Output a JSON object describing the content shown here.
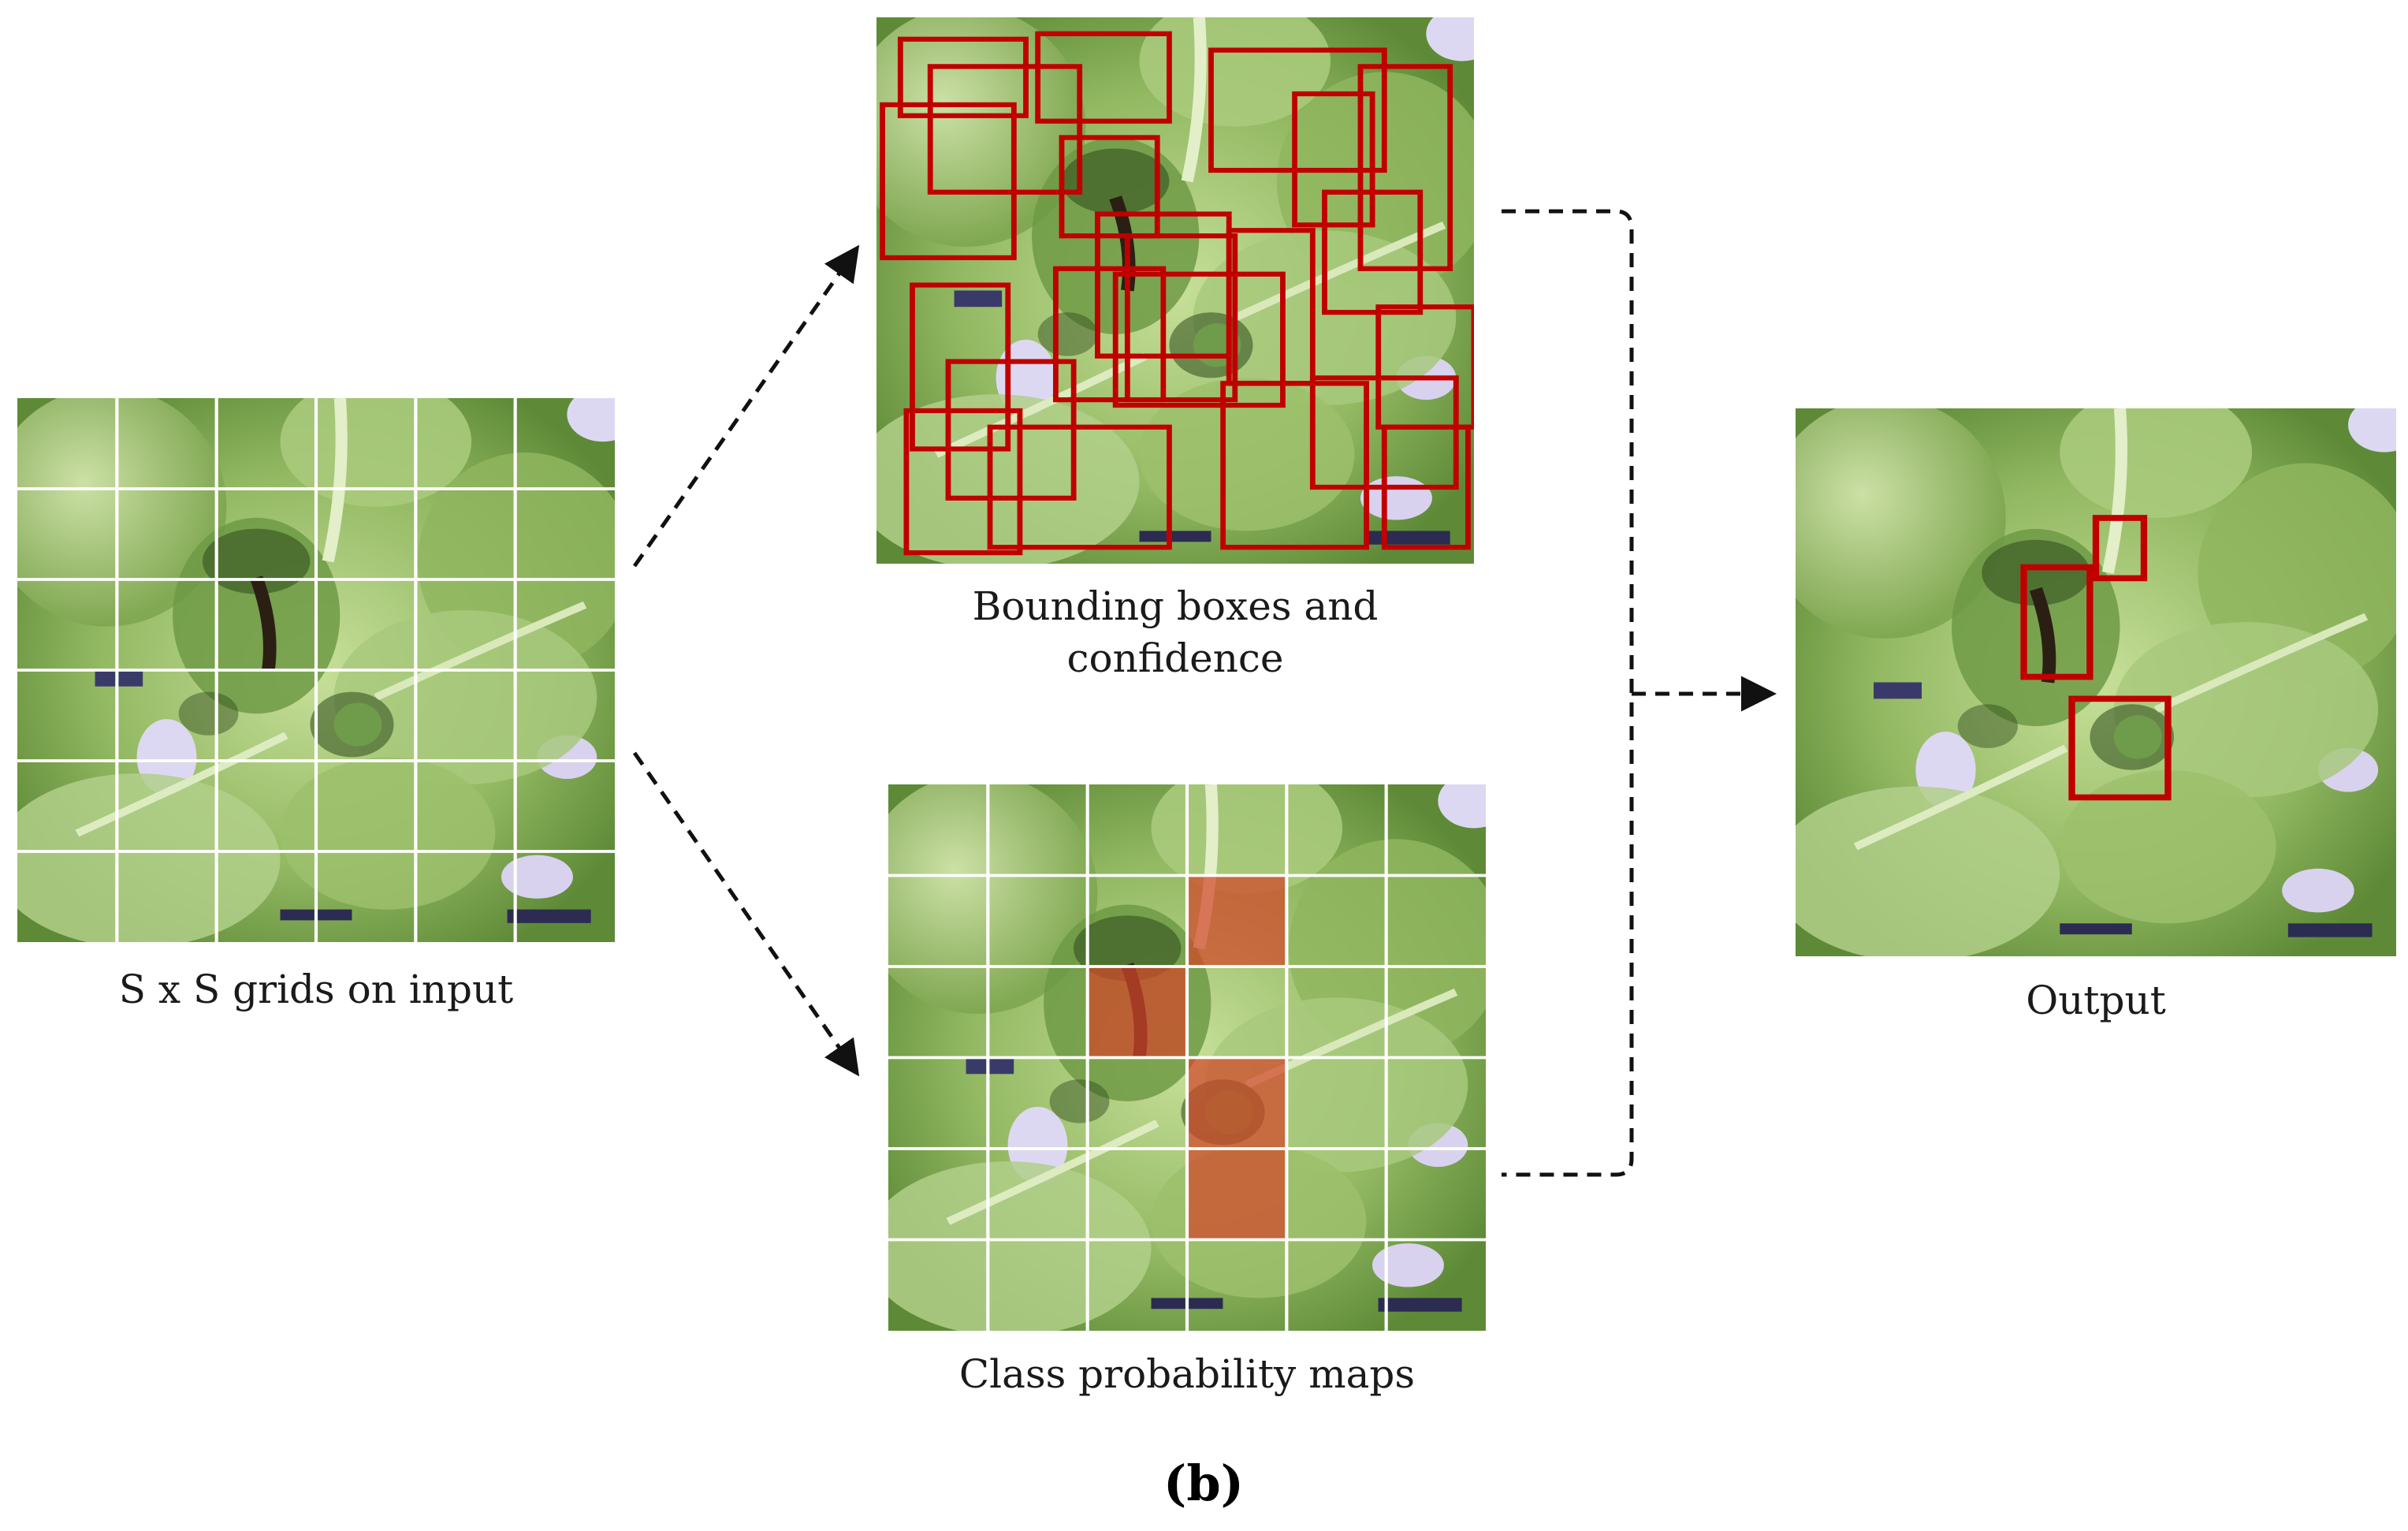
{
  "labels": {
    "input": "S x S grids on input",
    "bbox_line1": "Bounding boxes and",
    "bbox_line2": "confidence",
    "class_map": "Class probability maps",
    "output": "Output",
    "subfigure": "(b)"
  },
  "grid": {
    "rows": 6,
    "cols": 6
  },
  "colors": {
    "box": "#c00000",
    "highlight": "#d2472a",
    "grid_line": "#ffffff",
    "arrow": "#111111",
    "leaf_light": "#b6d38c",
    "leaf_mid": "#86ad58",
    "leaf_dark": "#4f7a2e",
    "shadow": "#2e4a1c",
    "tray": "#3a3a6a",
    "background_light": "#ddd8f2"
  },
  "highlighted_cells": [
    [
      1,
      3
    ],
    [
      2,
      2
    ],
    [
      3,
      3
    ],
    [
      4,
      3
    ]
  ]
}
